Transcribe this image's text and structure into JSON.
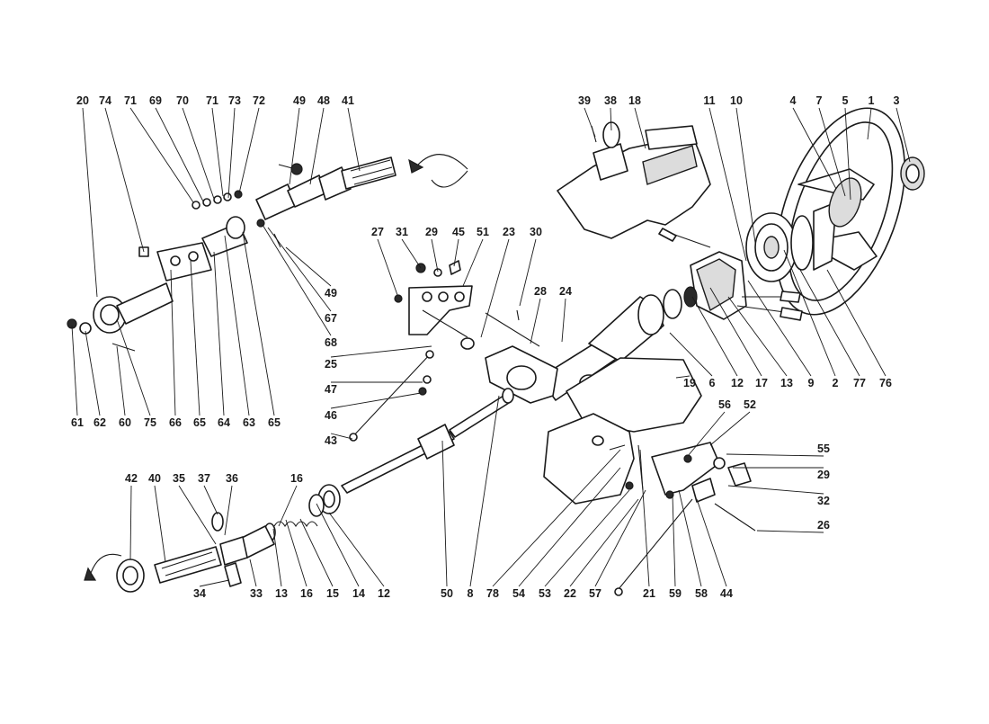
{
  "diagram": {
    "callouts": [
      {
        "n": "20"
      },
      {
        "n": "74"
      },
      {
        "n": "71"
      },
      {
        "n": "69"
      },
      {
        "n": "70"
      },
      {
        "n": "71"
      },
      {
        "n": "73"
      },
      {
        "n": "72"
      },
      {
        "n": "49"
      },
      {
        "n": "48"
      },
      {
        "n": "41"
      },
      {
        "n": "49"
      },
      {
        "n": "67"
      },
      {
        "n": "68"
      },
      {
        "n": "61"
      },
      {
        "n": "62"
      },
      {
        "n": "60"
      },
      {
        "n": "75"
      },
      {
        "n": "66"
      },
      {
        "n": "65"
      },
      {
        "n": "64"
      },
      {
        "n": "63"
      },
      {
        "n": "65"
      },
      {
        "n": "27"
      },
      {
        "n": "31"
      },
      {
        "n": "29"
      },
      {
        "n": "45"
      },
      {
        "n": "51"
      },
      {
        "n": "23"
      },
      {
        "n": "30"
      },
      {
        "n": "28"
      },
      {
        "n": "24"
      },
      {
        "n": "25"
      },
      {
        "n": "47"
      },
      {
        "n": "46"
      },
      {
        "n": "43"
      },
      {
        "n": "39"
      },
      {
        "n": "38"
      },
      {
        "n": "18"
      },
      {
        "n": "11"
      },
      {
        "n": "10"
      },
      {
        "n": "4"
      },
      {
        "n": "7"
      },
      {
        "n": "5"
      },
      {
        "n": "1"
      },
      {
        "n": "3"
      },
      {
        "n": "19"
      },
      {
        "n": "6"
      },
      {
        "n": "12"
      },
      {
        "n": "17"
      },
      {
        "n": "13"
      },
      {
        "n": "9"
      },
      {
        "n": "2"
      },
      {
        "n": "77"
      },
      {
        "n": "76"
      },
      {
        "n": "56"
      },
      {
        "n": "52"
      },
      {
        "n": "55"
      },
      {
        "n": "29"
      },
      {
        "n": "32"
      },
      {
        "n": "26"
      },
      {
        "n": "42"
      },
      {
        "n": "40"
      },
      {
        "n": "35"
      },
      {
        "n": "37"
      },
      {
        "n": "36"
      },
      {
        "n": "16"
      },
      {
        "n": "34"
      },
      {
        "n": "33"
      },
      {
        "n": "13"
      },
      {
        "n": "16"
      },
      {
        "n": "15"
      },
      {
        "n": "14"
      },
      {
        "n": "12"
      },
      {
        "n": "50"
      },
      {
        "n": "8"
      },
      {
        "n": "78"
      },
      {
        "n": "54"
      },
      {
        "n": "53"
      },
      {
        "n": "22"
      },
      {
        "n": "57"
      },
      {
        "n": "21"
      },
      {
        "n": "59"
      },
      {
        "n": "58"
      },
      {
        "n": "44"
      }
    ]
  }
}
